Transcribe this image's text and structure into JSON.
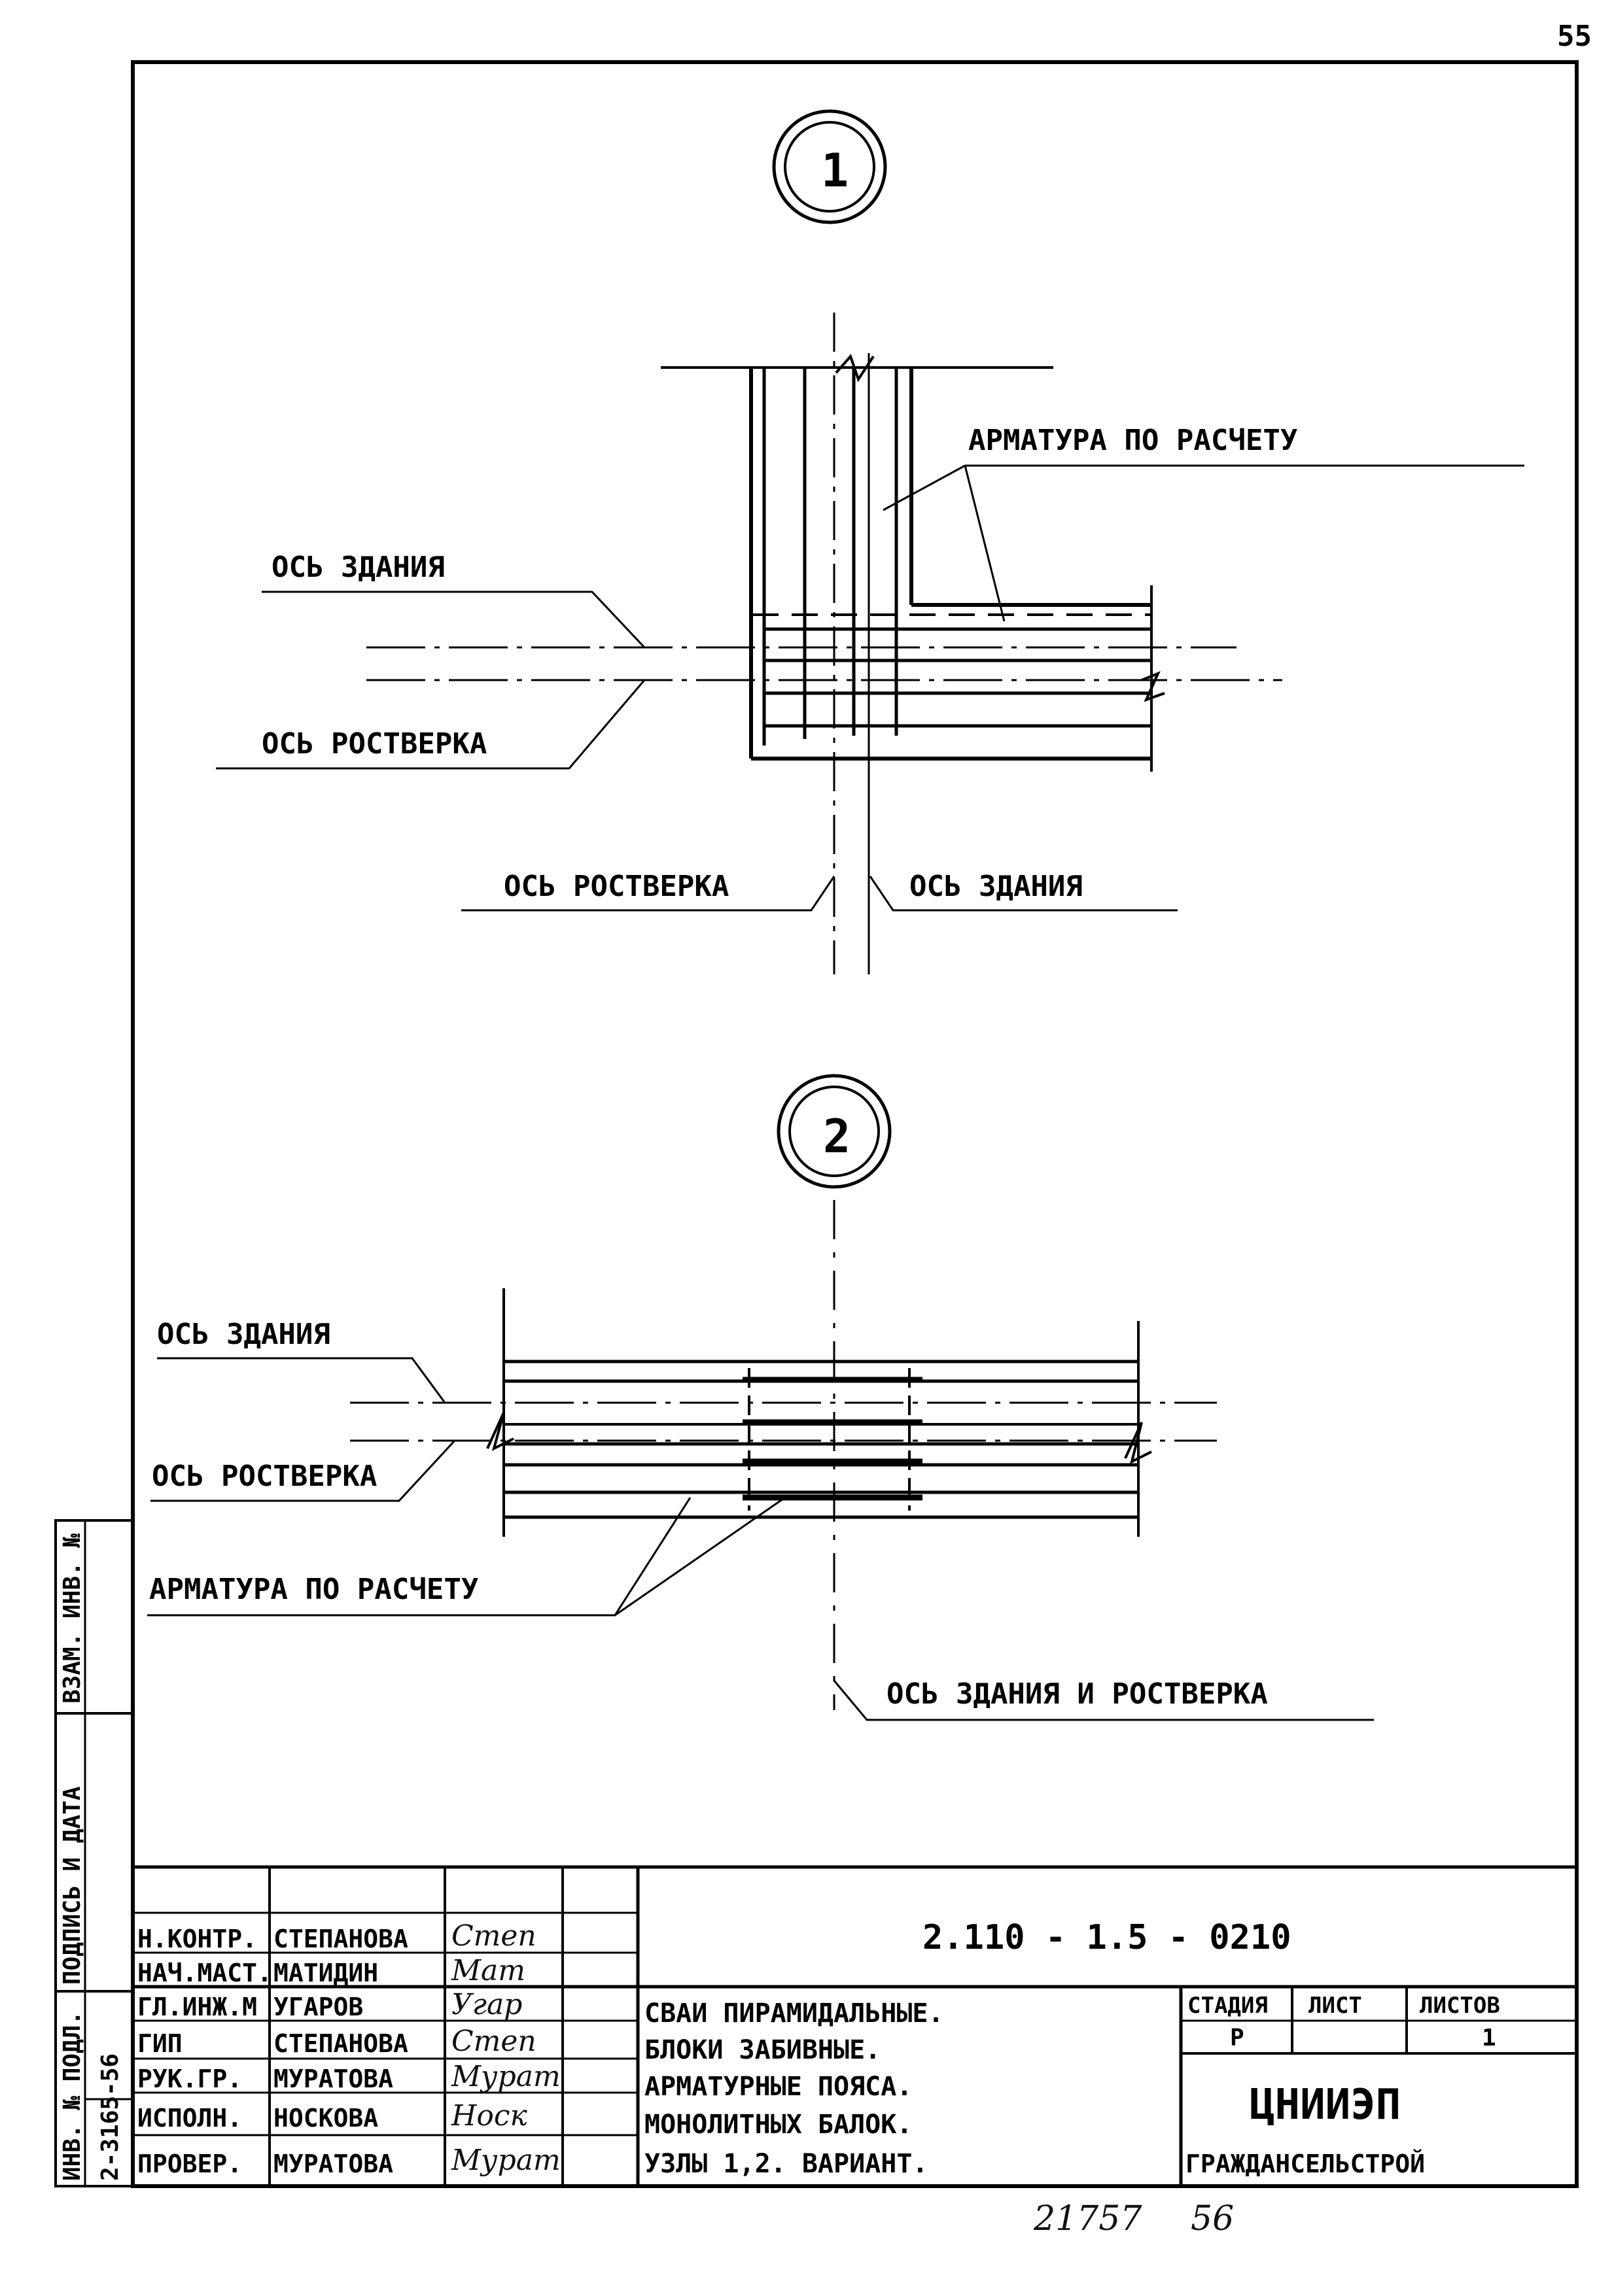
{
  "page_number": "55",
  "node1": {
    "marker": "1",
    "label_reinforcement": "АРМАТУРА ПО РАСЧЕТУ",
    "label_building_axis_h": "ОСЬ ЗДАНИЯ",
    "label_grillage_axis_h": "ОСЬ РОСТВЕРКА",
    "label_grillage_axis_v": "ОСЬ РОСТВЕРКА",
    "label_building_axis_v": "ОСЬ ЗДАНИЯ"
  },
  "node2": {
    "marker": "2",
    "label_building_axis": "ОСЬ ЗДАНИЯ",
    "label_grillage_axis": "ОСЬ РОСТВЕРКА",
    "label_reinforcement": "АРМАТУРА ПО РАСЧЕТУ",
    "label_combined_axis": "ОСЬ ЗДАНИЯ И РОСТВЕРКА"
  },
  "side_stamp": {
    "col1": "ИНВ. № ПОДЛ.",
    "col1_value": "2-3165-56",
    "col2": "ПОДПИСЬ И ДАТА",
    "col3": "ВЗАМ. ИНВ. №"
  },
  "title_block": {
    "doc_code": "2.110 - 1.5 - 0210",
    "roles": [
      {
        "role": "Н.КОНТР.",
        "name": "СТЕПАНОВА",
        "sign": "Степ"
      },
      {
        "role": "НАЧ.МАСТ.",
        "name": "МАТИДИН",
        "sign": "Мат"
      },
      {
        "role": "ГЛ.ИНЖ.М",
        "name": "УГАРОВ",
        "sign": "Угар"
      },
      {
        "role": "ГИП",
        "name": "СТЕПАНОВА",
        "sign": "Степ"
      },
      {
        "role": "РУК.ГР.",
        "name": "МУРАТОВА",
        "sign": "Мурат"
      },
      {
        "role": "ИСПОЛН.",
        "name": "НОСКОВА",
        "sign": "Носк"
      },
      {
        "role": "ПРОВЕР.",
        "name": "МУРАТОВА",
        "sign": "Мурат"
      }
    ],
    "description_lines": [
      "СВАИ ПИРАМИДАЛЬНЫЕ.",
      "БЛОКИ ЗАБИВНЫЕ.",
      "АРМАТУРНЫЕ ПОЯСА.",
      "МОНОЛИТНЫХ  БАЛОК.",
      "УЗЛЫ 1,2. ВАРИАНТ."
    ],
    "stage_header": "СТАДИЯ",
    "sheet_header": "ЛИСТ",
    "sheets_header": "ЛИСТОВ",
    "stage_value": "Р",
    "sheet_value": "",
    "sheets_value": "1",
    "org_name": "ЦНИИЭП",
    "org_sub": "ГРАЖДАНСЕЛЬСТРОЙ"
  },
  "footer_numbers": {
    "left": "21757",
    "right": "56"
  }
}
